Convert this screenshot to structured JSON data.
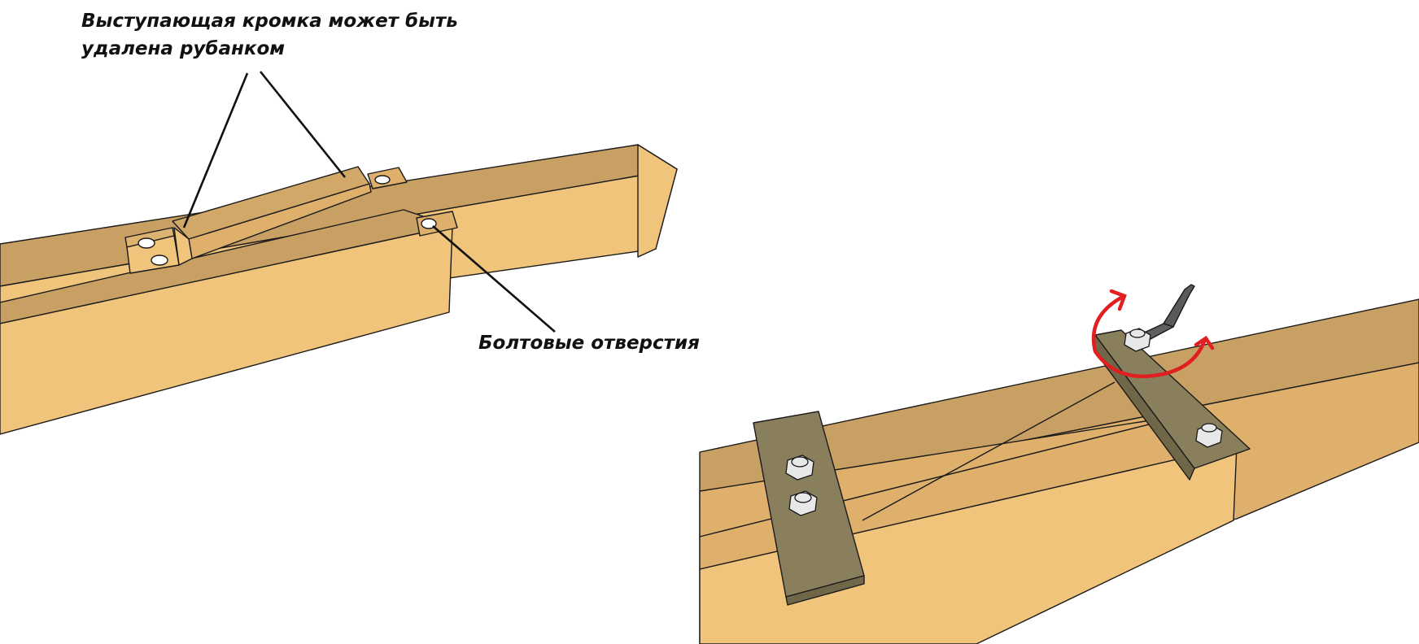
{
  "annotations": {
    "edge_note_line1": "Выступающая кромка может быть",
    "edge_note_line2": "удалена рубанком",
    "bolt_holes": "Болтовые отверстия"
  },
  "colors": {
    "wood_light": "#f0c47a",
    "wood_top": "#c9a064",
    "wood_mid": "#deb06c",
    "steel_plate": "#8a7f5c",
    "steel_plate_dark": "#6f6748",
    "bolt": "#e8e8e8",
    "rotation_arrow": "#e02020",
    "outline": "#1a1a1a"
  },
  "icons": [
    "bolt-hole-icon",
    "hex-bolt-icon",
    "wrench-icon",
    "rotation-arrow-icon"
  ]
}
